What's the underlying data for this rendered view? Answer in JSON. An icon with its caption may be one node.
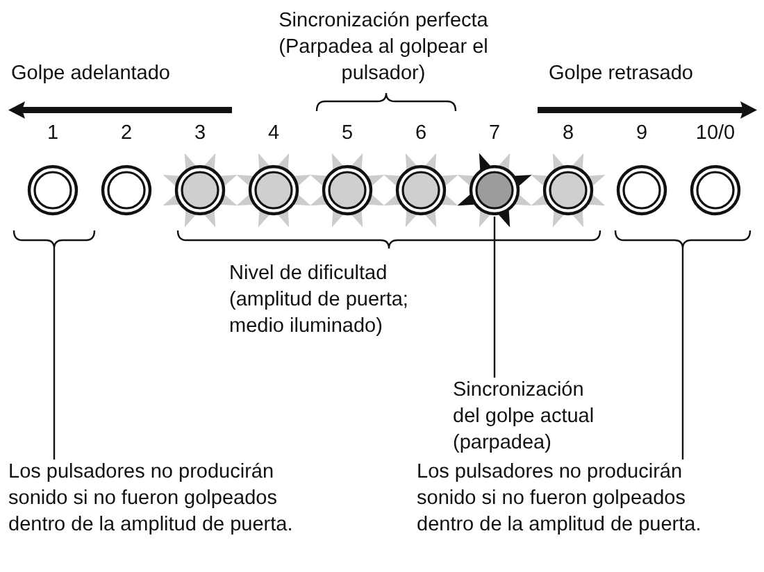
{
  "diagram": {
    "nodes": [
      {
        "text": [
          "1"
        ]
      },
      {
        "text": [
          "2"
        ]
      },
      {
        "text": [
          "3"
        ]
      },
      {
        "text": [
          "4"
        ]
      },
      {
        "text": [
          "5"
        ]
      },
      {
        "text": [
          "6"
        ]
      },
      {
        "text": [
          "7"
        ]
      },
      {
        "text": [
          "8"
        ]
      },
      {
        "text": [
          "9"
        ]
      },
      {
        "text": [
          "10/0"
        ]
      },
      {
        "text": [],
        "shape": "bracket"
      },
      {
        "text": [],
        "shape": "bracket"
      },
      {
        "text": [
          "Sincronización del golpe actual (parpadea)"
        ]
      },
      {
        "text": [
          "Los pulsadores no producirán sonido si no fueron golpeados dentro de la amplitud de puerta."
        ]
      },
      {
        "text": [
          "Los pulsadores no producirán sonido si no fueron golpeados dentro de la amplitud de puerta."
        ]
      }
    ],
    "edges": [
      {
        "from": 12,
        "to": 6,
        "arrow": "none"
      },
      {
        "from": 13,
        "to": 10,
        "arrow": "none"
      },
      {
        "from": 14,
        "to": 11,
        "arrow": "none"
      }
    ],
    "labels": [
      "Sincronización perfecta (Parpadea al golpear el pulsador)",
      "Golpe adelantado",
      "Golpe retrasado",
      "Nivel de dificultad (amplitud de puerta; medio iluminado)"
    ]
  }
}
